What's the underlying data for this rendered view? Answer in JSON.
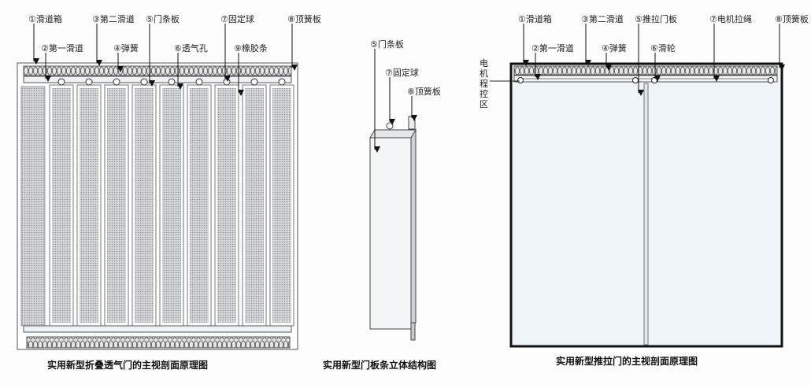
{
  "left_diagram": {
    "labels": [
      "①滑道箱",
      "③第二滑道",
      "⑤门条板",
      "⑦固定球",
      "⑧顶簧板",
      "②第一滑道",
      "④弹簧",
      "⑥透气孔",
      "⑨橡胶条"
    ],
    "caption": "实用新型折叠透气门的主视剖面原理图"
  },
  "middle_diagram": {
    "labels": [
      "⑤门条板",
      "⑦固定球",
      "⑧顶簧板"
    ],
    "caption": "实用新型门板条立体结构图"
  },
  "right_diagram": {
    "labels": [
      "①滑道箱",
      "③第二滑道",
      "⑤推拉门板",
      "⑦电机拉绳",
      "⑧顶簧板",
      "②第一滑道",
      "④弹簧",
      "⑥滑轮"
    ],
    "side_label": "电机程控区",
    "caption": "实用新型推拉门的主视剖面原理图"
  },
  "colors": {
    "panel_fill": "#c9ccd0",
    "door_fill": "#eef4f8",
    "frame": "#111111",
    "rail": "#dfe6ec"
  }
}
